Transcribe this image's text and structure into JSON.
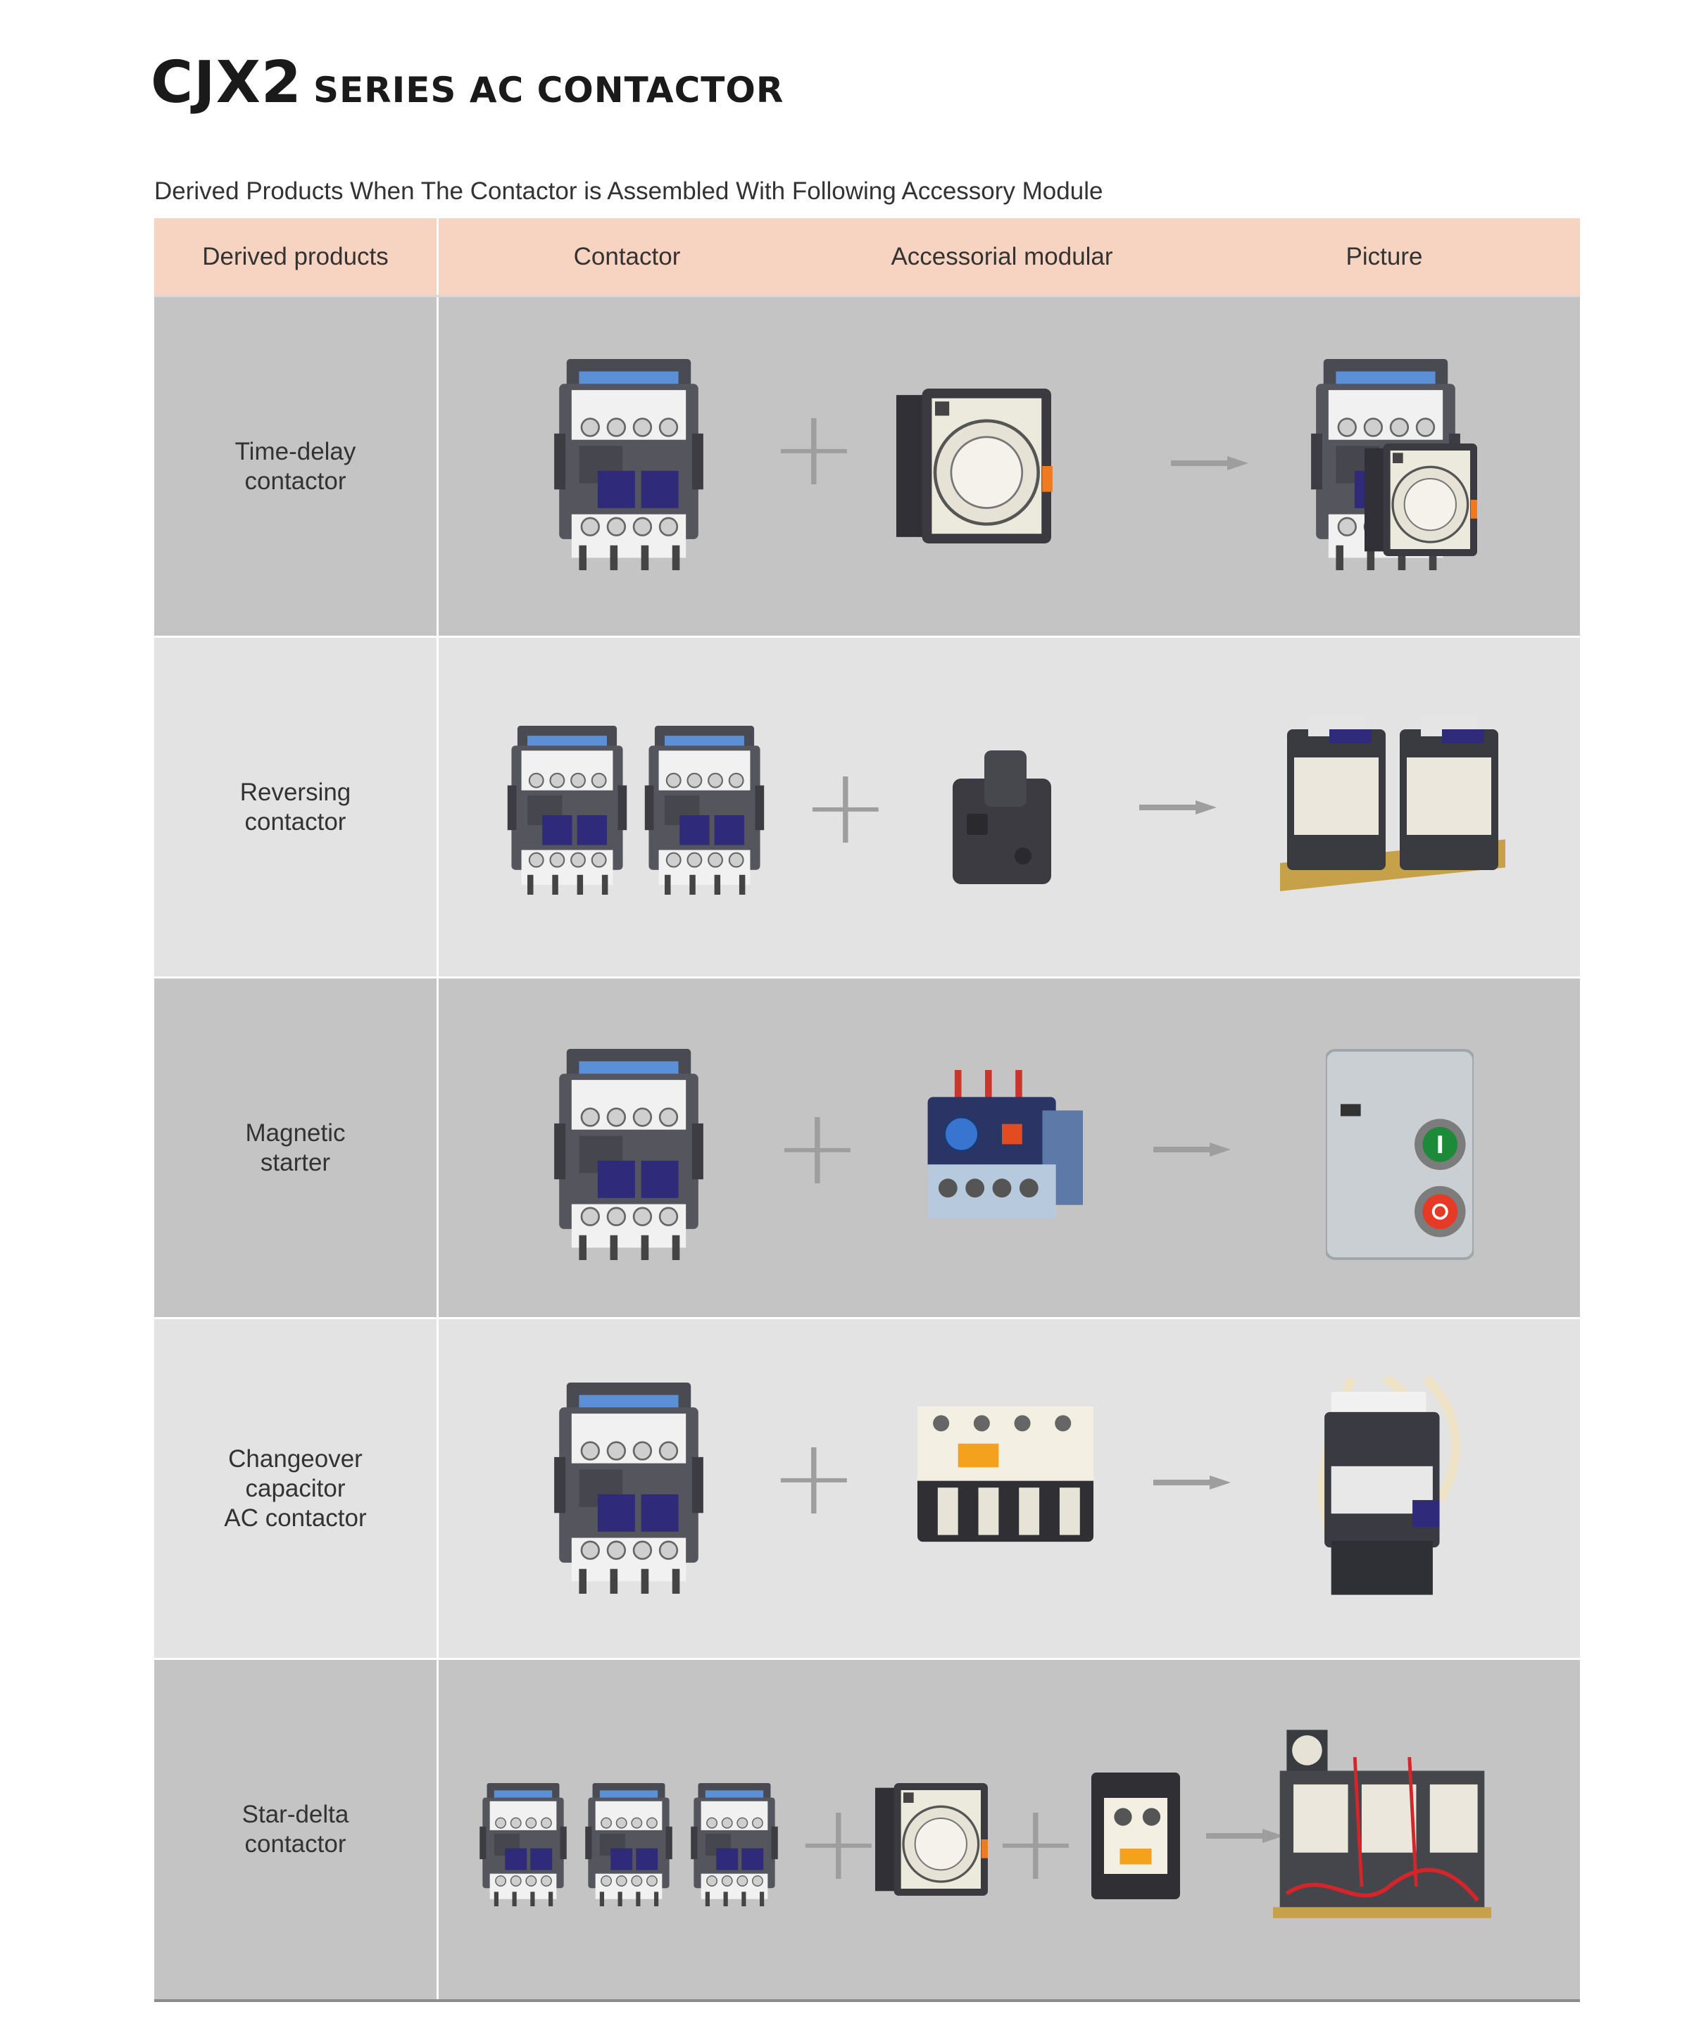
{
  "header": {
    "title_main": "CJX2",
    "title_sub": "SERIES AC CONTACTOR",
    "subtitle": "Derived Products When The Contactor is Assembled With Following Accessory Module"
  },
  "table": {
    "columns": [
      "Derived products",
      "Contactor",
      "Accessorial modular",
      "Picture"
    ],
    "rows": [
      {
        "name_lines": [
          "Time-delay",
          "contactor"
        ],
        "contactor_count": 1,
        "accessories": [
          "time-delay-module"
        ],
        "result": "time-delay-contactor"
      },
      {
        "name_lines": [
          "Reversing",
          "contactor"
        ],
        "contactor_count": 2,
        "accessories": [
          "mechanical-interlock"
        ],
        "result": "reversing-contactor"
      },
      {
        "name_lines": [
          "Magnetic",
          "starter"
        ],
        "contactor_count": 1,
        "accessories": [
          "thermal-overload-relay"
        ],
        "result": "magnetic-starter-enclosure"
      },
      {
        "name_lines": [
          "Changeover",
          "capacitor",
          "AC contactor"
        ],
        "contactor_count": 1,
        "accessories": [
          "auxiliary-contact-block"
        ],
        "result": "capacitor-contactor"
      },
      {
        "name_lines": [
          "Star-delta",
          "contactor"
        ],
        "contactor_count": 3,
        "accessories": [
          "time-delay-module",
          "auxiliary-contact-block-small"
        ],
        "result": "star-delta-assembly"
      }
    ]
  },
  "colors": {
    "header_bg": "#f7d3c1",
    "row_dark": "#c4c4c4",
    "row_light": "#e3e3e3",
    "symbol_gray": "#9e9e9e",
    "accent_blue": "#2f2a7a"
  }
}
